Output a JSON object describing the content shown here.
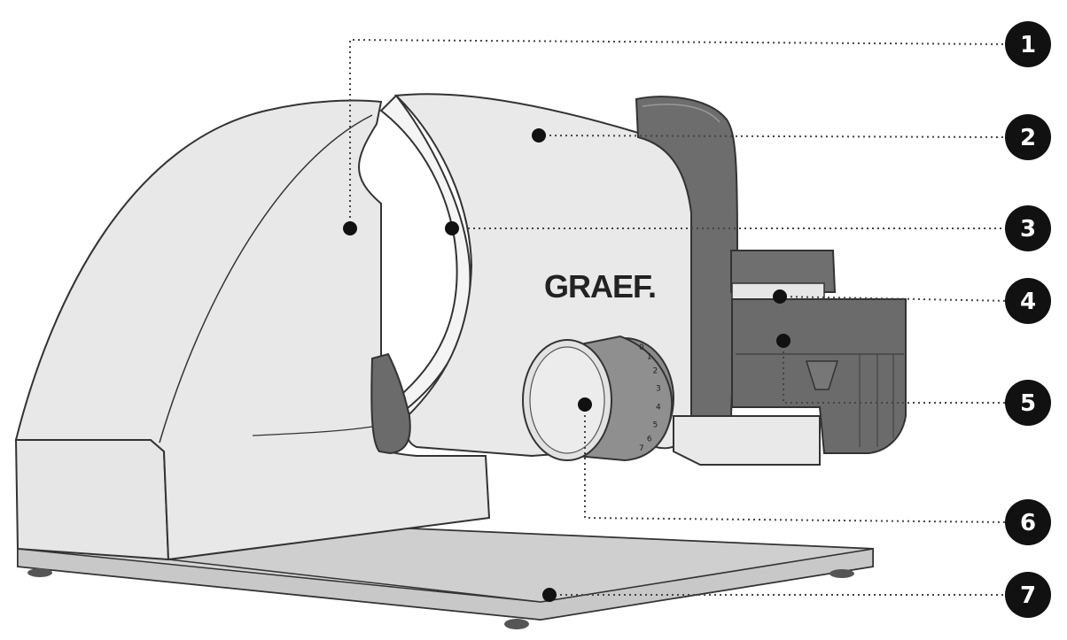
{
  "brand": "GRAEF.",
  "dial_scale": [
    "0",
    "1",
    "2",
    "3",
    "4",
    "5",
    "6",
    "7"
  ],
  "callouts": [
    {
      "number": "1"
    },
    {
      "number": "2"
    },
    {
      "number": "3"
    },
    {
      "number": "4"
    },
    {
      "number": "5"
    },
    {
      "number": "6"
    },
    {
      "number": "7"
    }
  ],
  "colors": {
    "body": "#e8e8e8",
    "outline": "#333333",
    "dark_part": "#6b6b6b",
    "base_plate": "#d9d9d9",
    "callout_fill": "#111111",
    "leader_line": "#555555"
  }
}
